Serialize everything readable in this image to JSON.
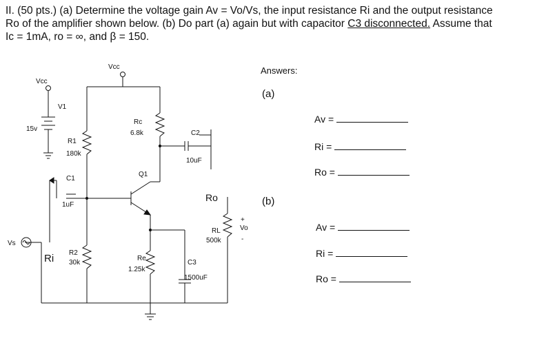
{
  "problem": {
    "line1": "II. (50 pts.) (a) Determine the voltage gain Av = Vo/Vs, the input resistance Ri and the output resistance",
    "line2a": "Ro of the amplifier shown below.  (b) Do part (a) again but with capacitor ",
    "line2b": "C3 disconnected.",
    "line2c": " Assume that",
    "line3": "Ic = 1mA, ro =  ∞, and β = 150."
  },
  "circuit": {
    "vcc_left": "Vcc",
    "vcc_top": "Vcc",
    "v1": "V1",
    "v1_value": "15v",
    "r1": "R1",
    "r1_value": "180k",
    "r2": "R2",
    "r2_value": "30k",
    "rc": "Rc",
    "rc_value": "6.8k",
    "re": "Re",
    "re_value": "1.25k",
    "c1": "C1",
    "c1_value": "1uF",
    "c2": "C2",
    "c2_value": "10uF",
    "c3": "C3",
    "c3_value": "1500uF",
    "q1": "Q1",
    "rl": "RL",
    "rl_value": "500k",
    "vo": "Vo",
    "vo_plus": "+",
    "vo_minus": "-",
    "vs": "Vs",
    "ri": "Ri",
    "ro": "Ro"
  },
  "answers": {
    "heading": "Answers:",
    "part_a": "(a)",
    "part_b": "(b)",
    "av_label": "Av =",
    "ri_label": "Ri =",
    "ro_label": "Ro ="
  }
}
